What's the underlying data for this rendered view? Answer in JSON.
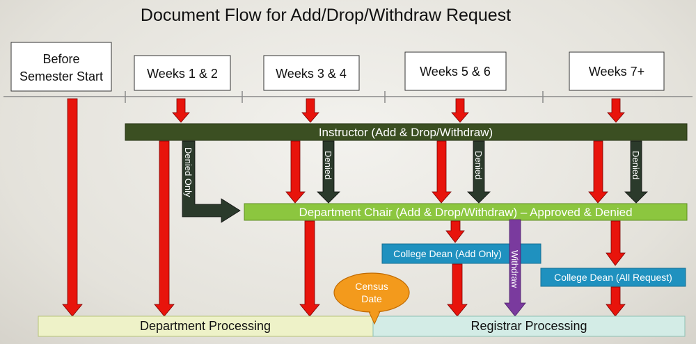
{
  "title": "Document Flow for Add/Drop/Withdraw Request",
  "periods": {
    "before": [
      "Before",
      "Semester Start"
    ],
    "weeks_1_2": "Weeks 1 & 2",
    "weeks_3_4": "Weeks 3 & 4",
    "weeks_5_6": "Weeks 5 & 6",
    "weeks_7_plus": "Weeks 7+"
  },
  "bars": {
    "instructor": "Instructor (Add & Drop/Withdraw)",
    "department_chair": "Department Chair (Add & Drop/Withdraw) – Approved & Denied",
    "college_dean_add": "College Dean (Add Only)",
    "college_dean_all": "College Dean (All Request)",
    "department_processing": "Department Processing",
    "registrar_processing": "Registrar Processing"
  },
  "arrow_labels": {
    "denied_only": "Denied Only",
    "denied": "Denied",
    "withdraw": "Withdraw"
  },
  "census": [
    "Census",
    "Date"
  ],
  "colors": {
    "red_arrow": "#e8140c",
    "dark_arrow": "#2b3a2b",
    "instructor_bar": "#3b4f22",
    "chair_bar": "#8cc63f",
    "dean_box": "#1f91bf",
    "withdraw_arrow": "#7a3a9e",
    "census": "#f39a1c",
    "department_processing": "#eef2c8",
    "registrar_processing": "#d3ece6"
  }
}
